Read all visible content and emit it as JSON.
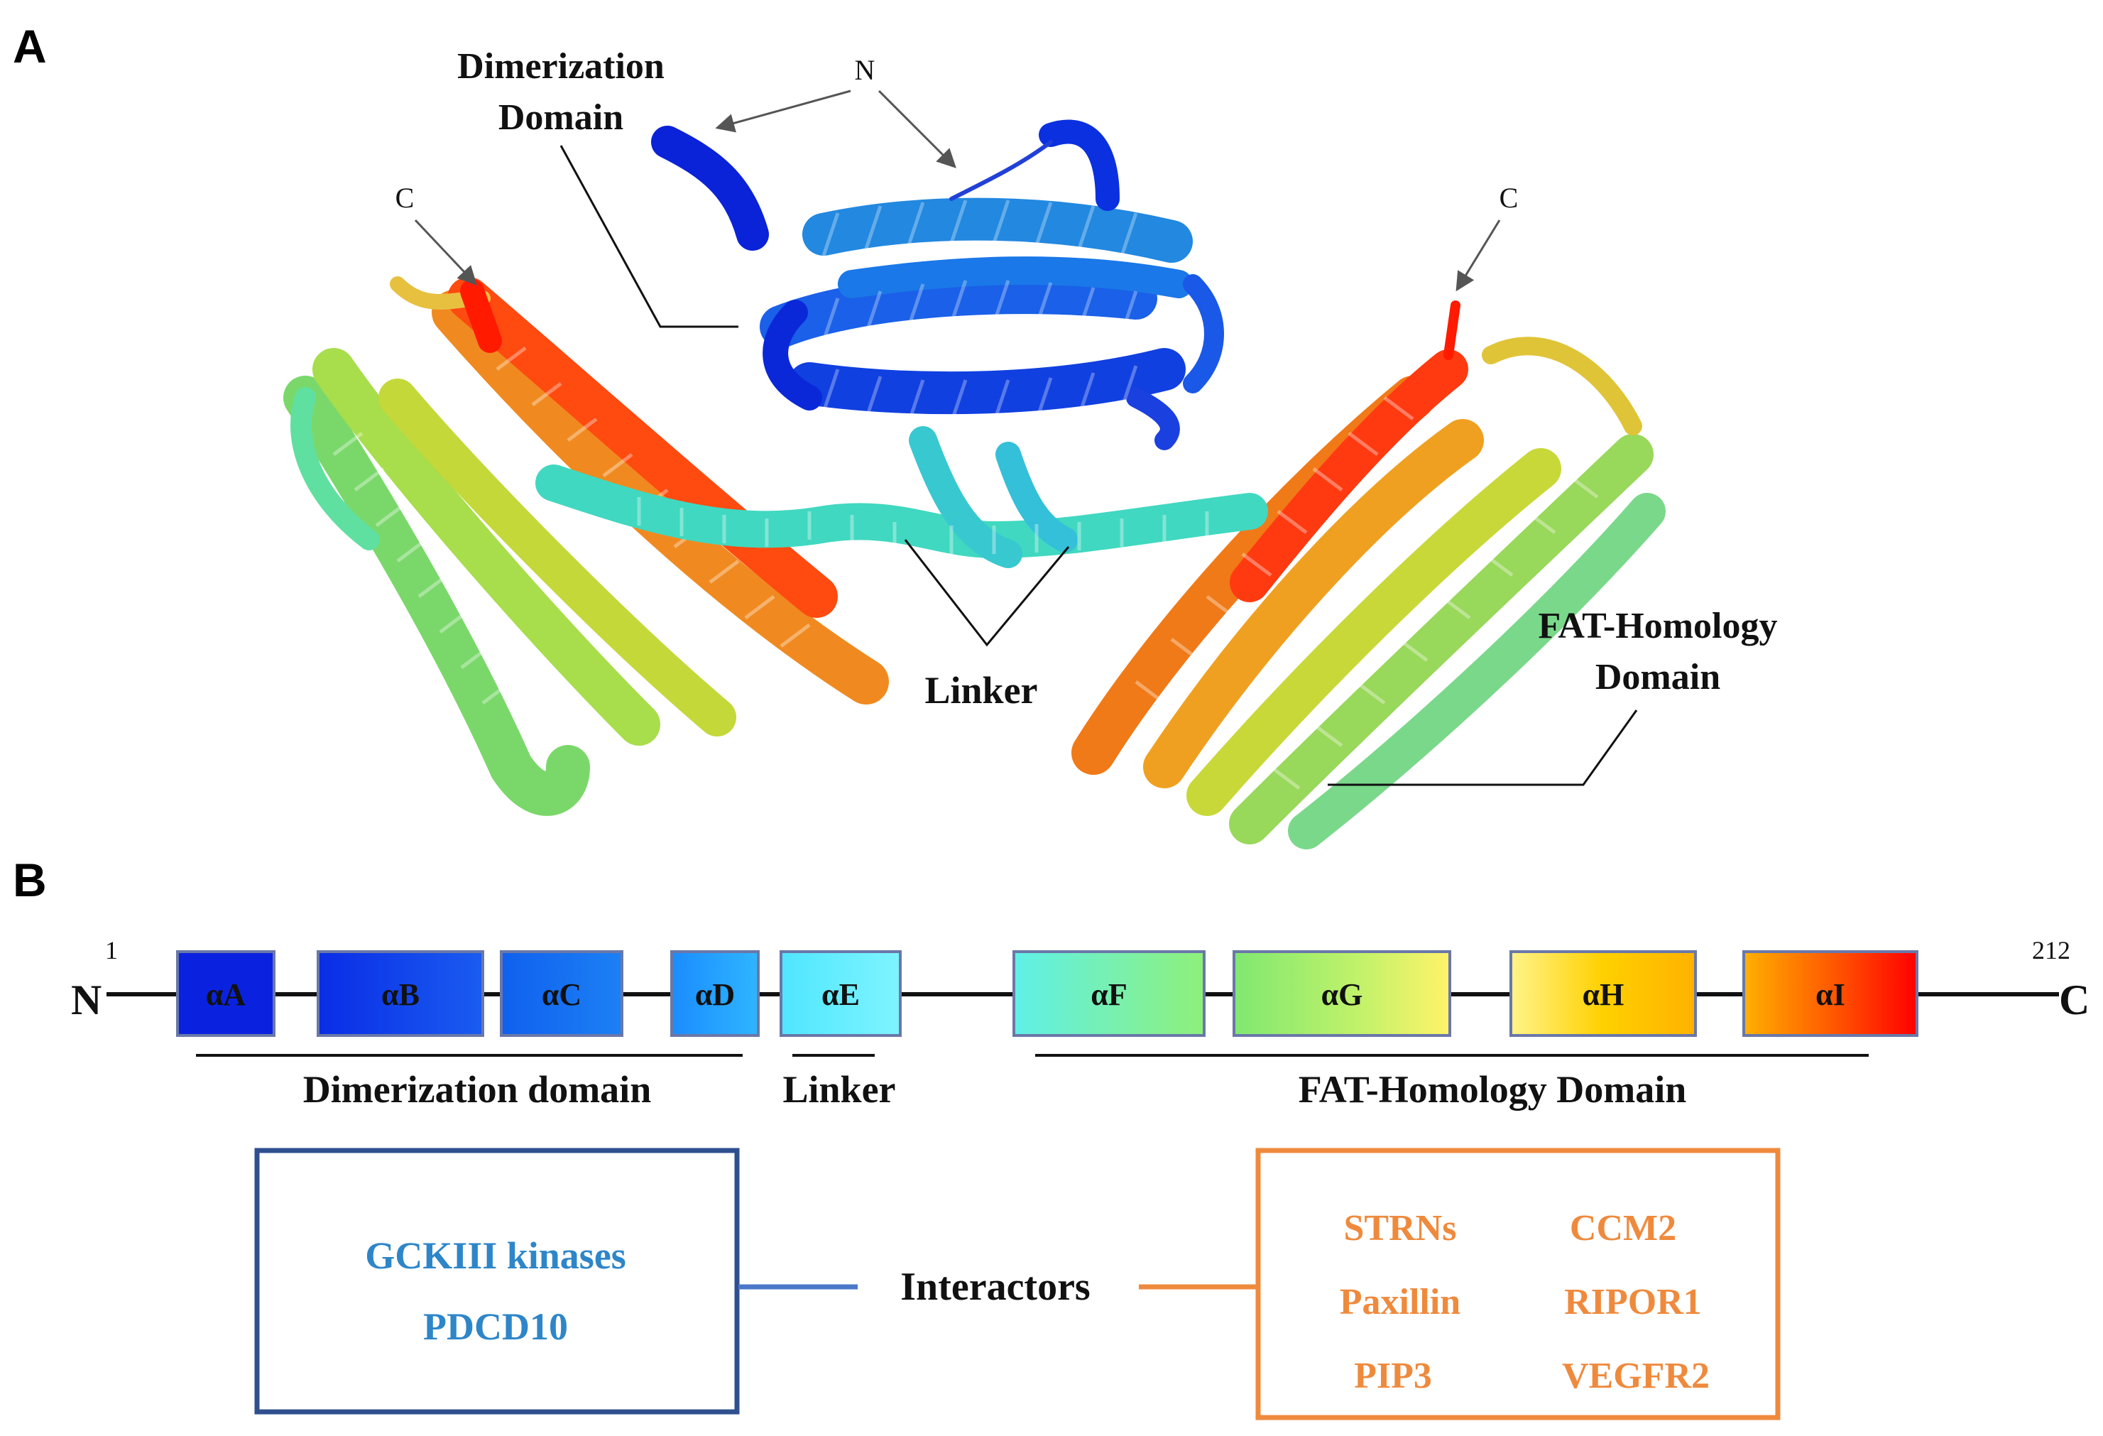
{
  "panel_a": {
    "letter": "A",
    "labels": {
      "dimerization_line1": "Dimerization",
      "dimerization_line2": "Domain",
      "n_terminus": "N",
      "c_terminus_left": "C",
      "c_terminus_right": "C",
      "linker": "Linker",
      "fat_line1": "FAT-Homology",
      "fat_line2": "Domain"
    }
  },
  "panel_b": {
    "letter": "B",
    "n_label": "N",
    "c_label": "C",
    "start_residue": "1",
    "end_residue": "212",
    "helices": [
      "αA",
      "αB",
      "αC",
      "αD",
      "αE",
      "αF",
      "αG",
      "αH",
      "αI"
    ],
    "domains": {
      "dimerization": "Dimerization domain",
      "linker": "Linker",
      "fat": "FAT-Homology Domain"
    },
    "interactors_label": "Interactors",
    "left_interactors": [
      "GCKIII kinases",
      "PDCD10"
    ],
    "right_interactors": [
      "STRNs",
      "CCM2",
      "Paxillin",
      "RIPOR1",
      "PIP3",
      "VEGFR2"
    ]
  },
  "colors": {
    "blue_box": "#2f4f8f",
    "blue_text": "#2e86c8",
    "orange": "#ef8a3d"
  }
}
